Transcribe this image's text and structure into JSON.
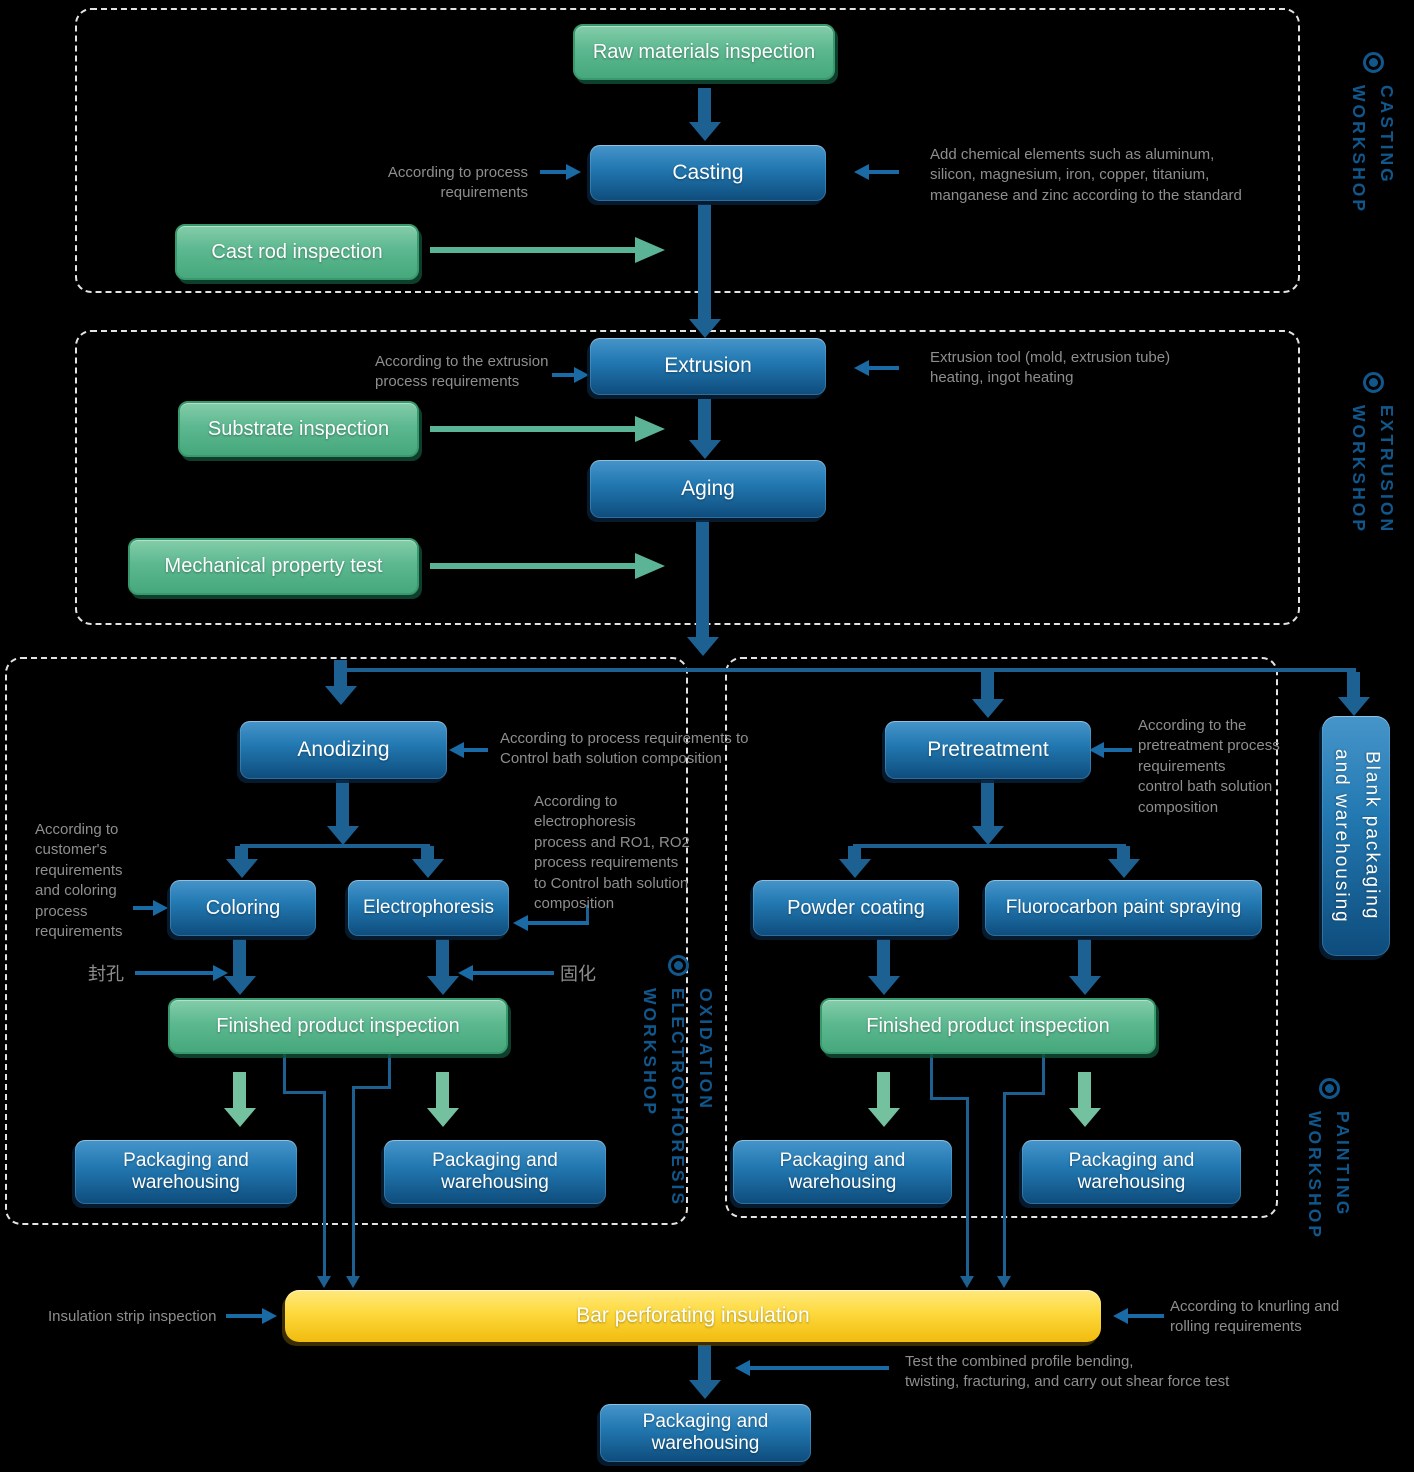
{
  "nodes": {
    "raw": "Raw materials inspection",
    "casting": "Casting",
    "cast_rod": "Cast rod inspection",
    "extrusion": "Extrusion",
    "substrate": "Substrate inspection",
    "aging": "Aging",
    "mechanical": "Mechanical property test",
    "anodizing": "Anodizing",
    "coloring": "Coloring",
    "electrophoresis": "Electrophoresis",
    "finished": "Finished product inspection",
    "packaging": "Packaging and warehousing",
    "pretreatment": "Pretreatment",
    "powder": "Powder coating",
    "fluorocarbon": "Fluorocarbon paint spraying",
    "blank_packaging": "Blank packaging\nand warehousing",
    "bar_perforating": "Bar perforating insulation"
  },
  "annotations": {
    "according_process": "According to process requirements",
    "add_chemicals": "Add chemical elements such as aluminum,\nsilicon, magnesium, iron, copper, titanium,\nmanganese and zinc according to the standard",
    "according_extrusion": "According to the extrusion\nprocess requirements",
    "extrusion_tool": "Extrusion tool (mold, extrusion tube)\nheating, ingot heating",
    "anodizing_req": "According to process requirements to\nControl bath solution composition",
    "coloring_req": "According to\ncustomer's\nrequirements\nand coloring\nprocess\nrequirements",
    "electrophoresis_req": "According to\nelectrophoresis\nprocess and RO1, RO2\nprocess requirements\nto Control bath solution\ncomposition",
    "pretreatment_req": "According to the\npretreatment process\nrequirements\ncontrol bath solution\ncomposition",
    "sealing": "封孔",
    "curing": "固化",
    "insulation_inspection": "Insulation strip inspection",
    "knurling": "According to knurling and\nrolling requirements",
    "shear_test": "Test the combined profile bending,\ntwisting, fracturing, and carry out shear force test"
  },
  "workshops": {
    "casting": "CASTING\nWORKSHOP",
    "extrusion": "EXTRUSION\nWORKSHOP",
    "oxidation": "OXIDATION\nELECTROPHORESIS\nWORKSHOP",
    "painting": "PAINTING\nWORKSHOP"
  },
  "colors": {
    "blue_box": "#16578a",
    "green_box": "#4aa77d",
    "yellow_box": "#f5c41c",
    "arrow_blue": "#1d6092",
    "arrow_green": "#5cb497",
    "annotation_gray": "#8e8e8e",
    "workshop_label_blue": "#11578c",
    "background": "#000000"
  }
}
